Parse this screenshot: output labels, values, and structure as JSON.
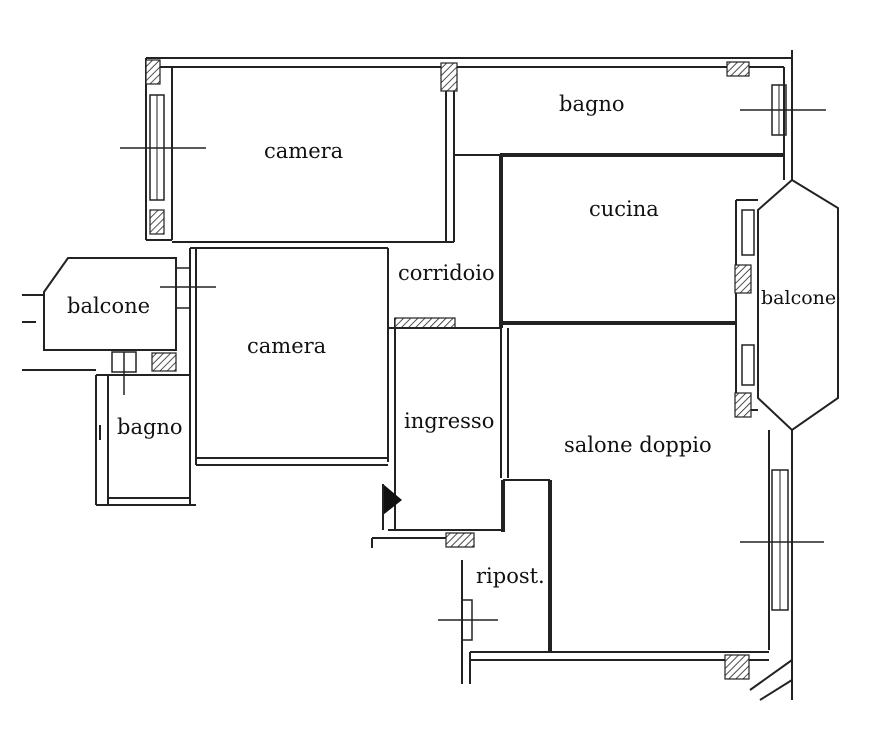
{
  "rooms": {
    "camera_top": "camera",
    "bagno_top": "bagno",
    "cucina": "cucina",
    "corridoio": "corridoio",
    "balcone_left": "balcone",
    "camera_mid": "camera",
    "balcone_right": "balcone",
    "ingresso": "ingresso",
    "bagno_left": "bagno",
    "salone": "salone doppio",
    "ripost": "ripost."
  }
}
